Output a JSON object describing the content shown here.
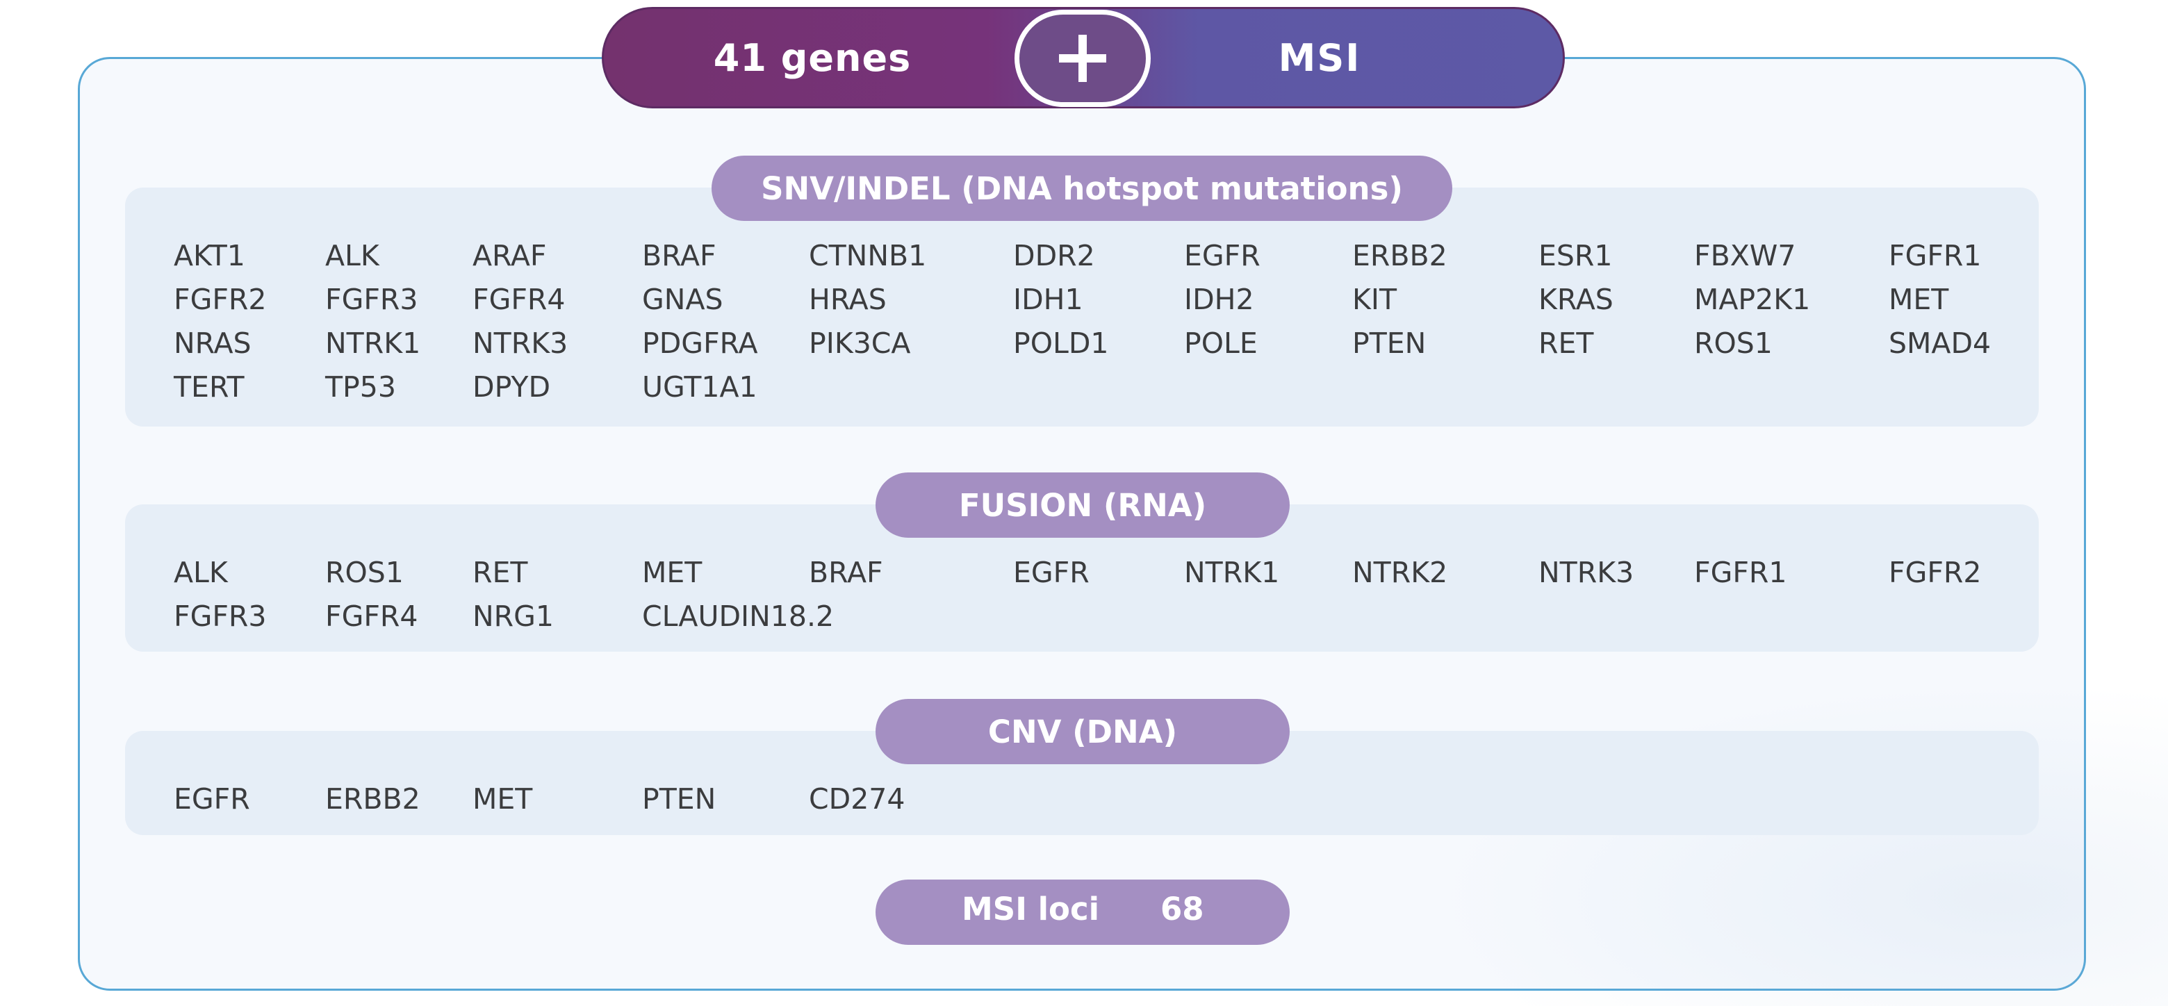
{
  "header": {
    "left_label": "41 genes",
    "right_label": "MSI",
    "plus_symbol": "+"
  },
  "colors": {
    "header_left": "#74326e",
    "header_right": "#5d59a6",
    "section_pill": "#a48fc2",
    "card_border": "#58a8d6",
    "panel_bg": "#e6eef7",
    "gene_text": "#3b3c3e"
  },
  "sections": [
    {
      "title": "SNV/INDEL (DNA hotspot mutations)",
      "rows": [
        [
          "AKT1",
          "ALK",
          "ARAF",
          "BRAF",
          "CTNNB1",
          "DDR2",
          "EGFR",
          "ERBB2",
          "ESR1",
          "FBXW7",
          "FGFR1"
        ],
        [
          "FGFR2",
          "FGFR3",
          "FGFR4",
          "GNAS",
          "HRAS",
          "IDH1",
          "IDH2",
          "KIT",
          "KRAS",
          "MAP2K1",
          "MET"
        ],
        [
          "NRAS",
          "NTRK1",
          "NTRK3",
          "PDGFRA",
          "PIK3CA",
          "POLD1",
          "POLE",
          "PTEN",
          "RET",
          "ROS1",
          "SMAD4"
        ],
        [
          "TERT",
          "TP53",
          "DPYD",
          "UGT1A1"
        ]
      ]
    },
    {
      "title": "FUSION (RNA)",
      "rows": [
        [
          "ALK",
          "ROS1",
          "RET",
          "MET",
          "BRAF",
          "EGFR",
          "NTRK1",
          "NTRK2",
          "NTRK3",
          "FGFR1",
          "FGFR2"
        ],
        [
          "FGFR3",
          "FGFR4",
          "NRG1",
          "CLAUDIN18.2"
        ]
      ]
    },
    {
      "title": "CNV (DNA)",
      "rows": [
        [
          "EGFR",
          "ERBB2",
          "MET",
          "PTEN",
          "CD274"
        ]
      ]
    }
  ],
  "msi": {
    "label": "MSI loci",
    "count": "68"
  }
}
